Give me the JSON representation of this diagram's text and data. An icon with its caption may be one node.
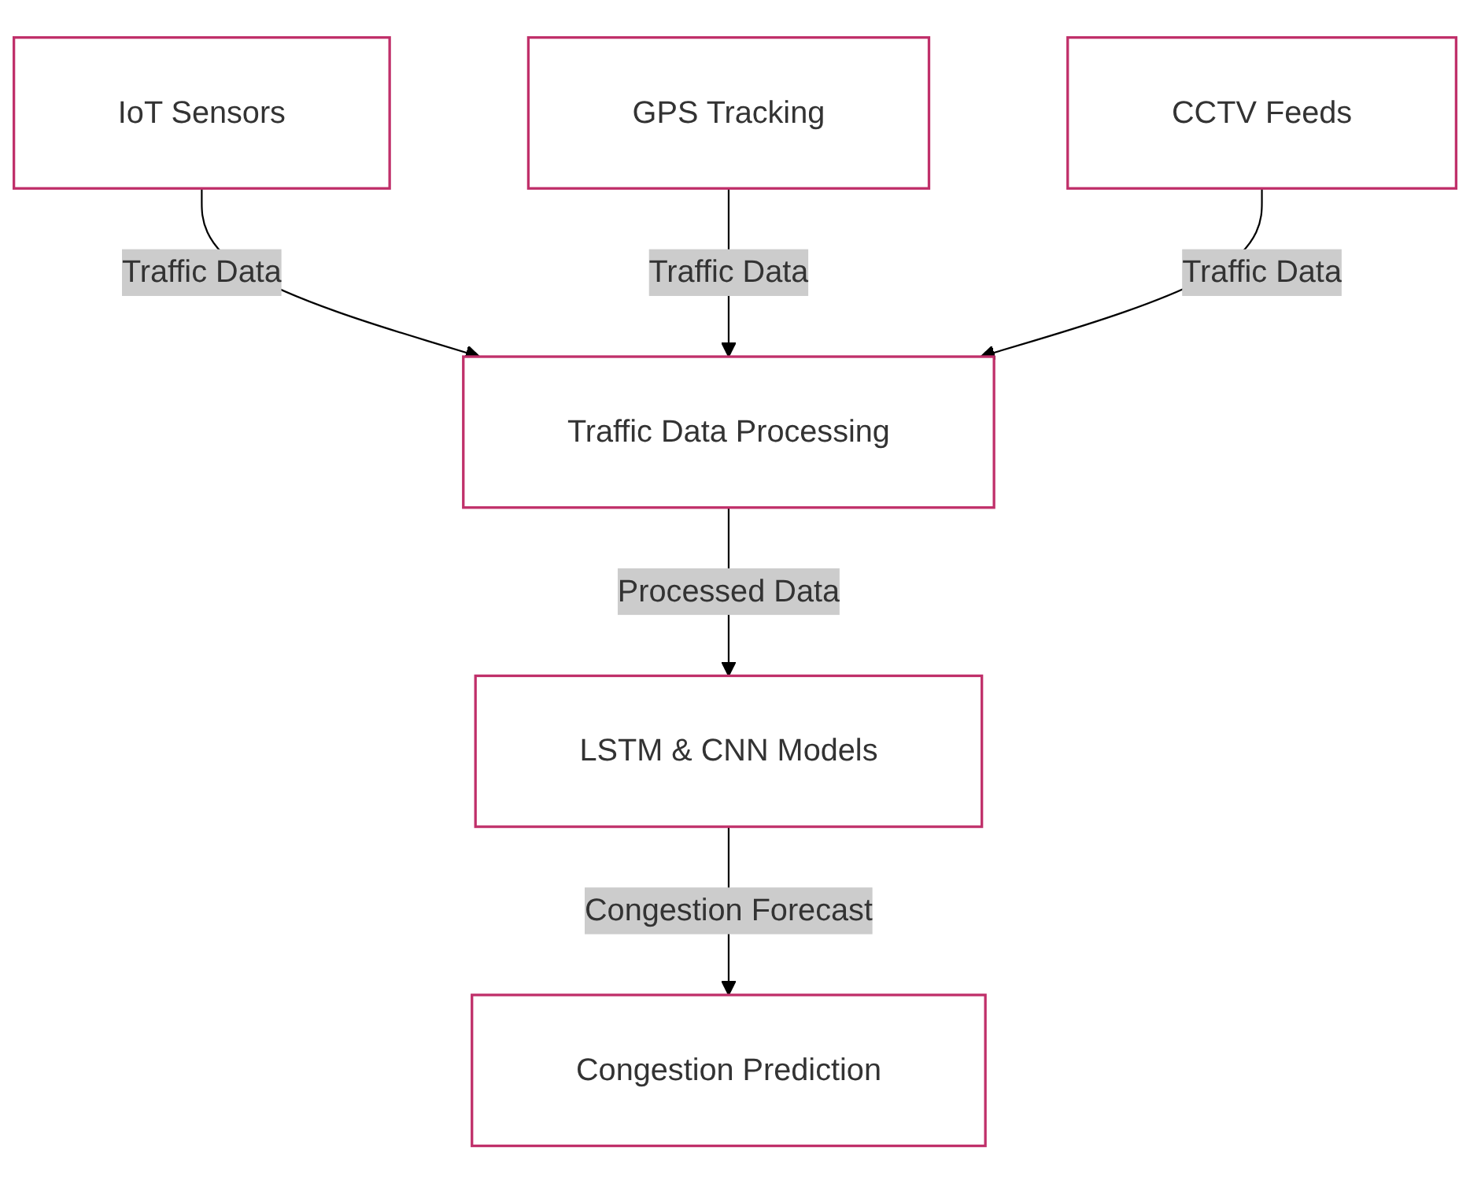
{
  "diagram": {
    "nodes": [
      {
        "text": [
          "IoT Sensors"
        ]
      },
      {
        "text": [
          "GPS Tracking"
        ]
      },
      {
        "text": [
          "CCTV Feeds"
        ]
      },
      {
        "text": [
          "Traffic Data Processing"
        ]
      },
      {
        "text": [
          "LSTM & CNN Models"
        ]
      },
      {
        "text": [
          "Congestion Prediction"
        ]
      }
    ],
    "edges": [
      {
        "from": 0,
        "to": 3,
        "arrow": "to",
        "label": "Traffic Data"
      },
      {
        "from": 1,
        "to": 3,
        "arrow": "to",
        "label": "Traffic Data"
      },
      {
        "from": 2,
        "to": 3,
        "arrow": "to",
        "label": "Traffic Data"
      },
      {
        "from": 3,
        "to": 4,
        "arrow": "to",
        "label": "Processed Data"
      },
      {
        "from": 4,
        "to": 5,
        "arrow": "to",
        "label": "Congestion Forecast"
      }
    ]
  }
}
